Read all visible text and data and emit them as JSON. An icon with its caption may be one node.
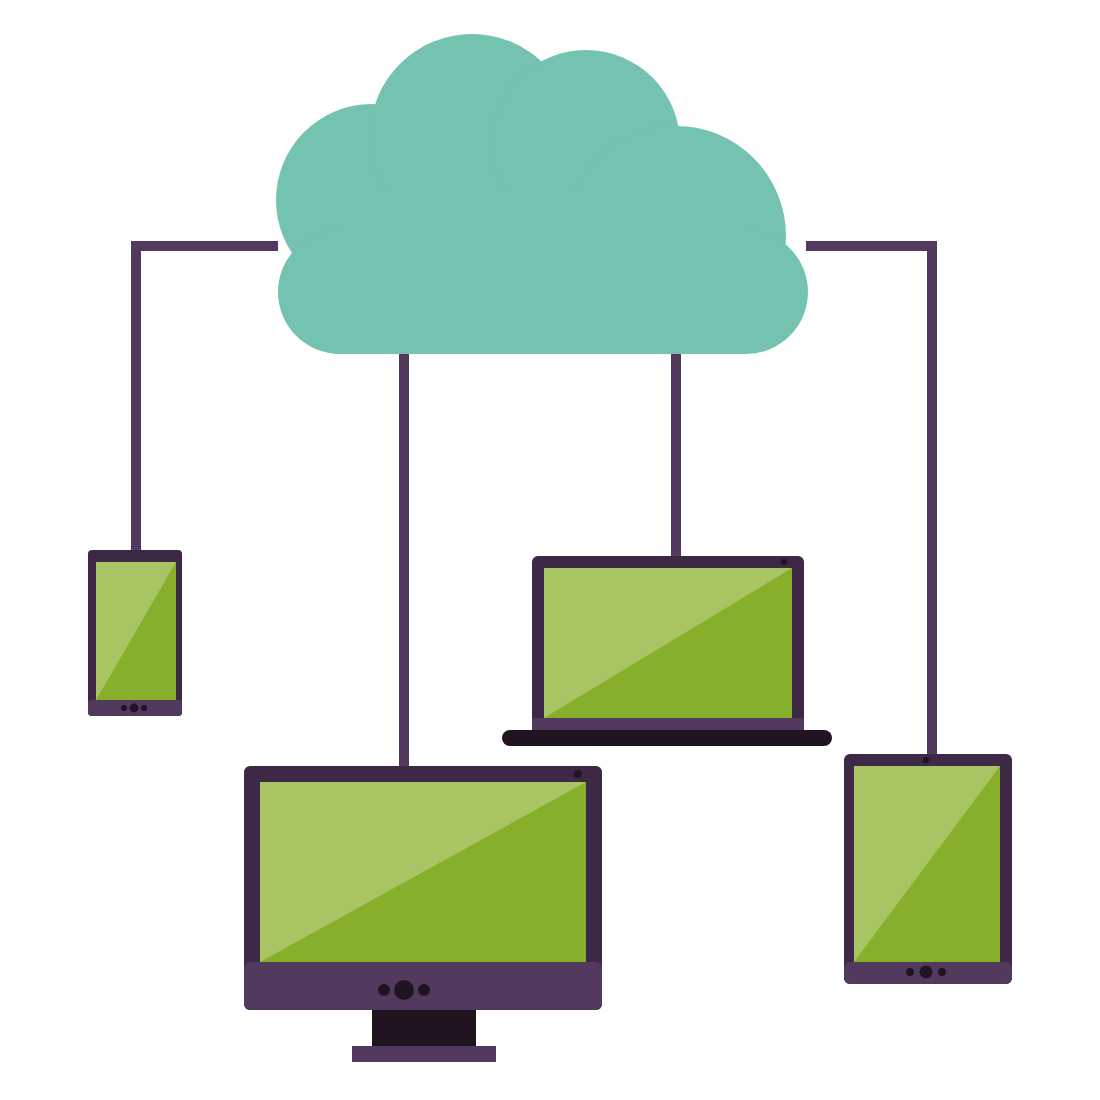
{
  "diagram": {
    "nodes": [
      {
        "text": [],
        "shape": "cloud"
      },
      {
        "text": [],
        "shape": "picture"
      },
      {
        "text": [],
        "shape": "picture"
      },
      {
        "text": [],
        "shape": "picture"
      },
      {
        "text": [],
        "shape": "picture"
      }
    ],
    "edges": [
      {
        "from": 0,
        "to": 1,
        "arrow": "none"
      },
      {
        "from": 0,
        "to": 2,
        "arrow": "none"
      },
      {
        "from": 0,
        "to": 3,
        "arrow": "none"
      },
      {
        "from": 0,
        "to": 4,
        "arrow": "none"
      }
    ]
  }
}
